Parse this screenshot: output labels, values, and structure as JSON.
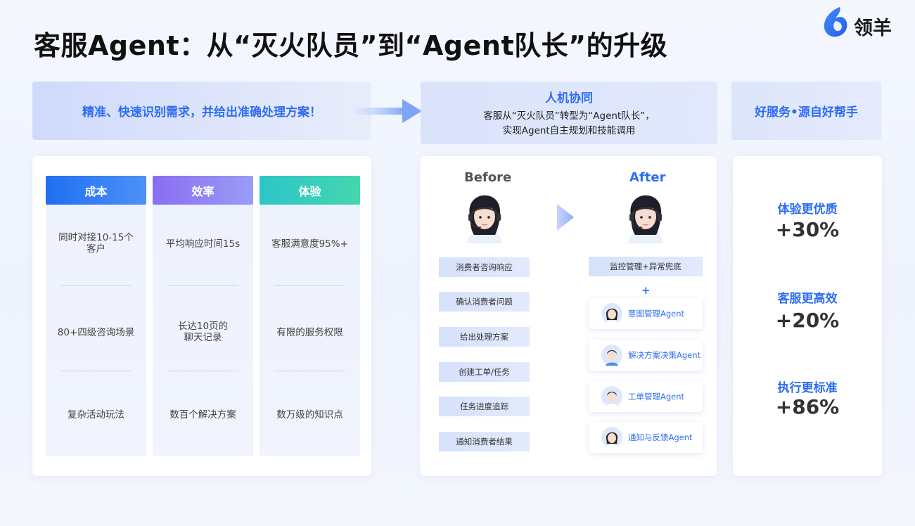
{
  "title": "客服Agent：从“灭火队员”到“Agent队长”的升级",
  "brand": {
    "name": "领羊",
    "accent": "#2f6df2"
  },
  "banners": {
    "left": "精准、快速识别需求，并给出准确处理方案！",
    "mid_title": "人机协同",
    "mid_line1": "客服从“灭火队员”转型为“Agent队长”，",
    "mid_line2": "实现Agent自主规划和技能调用",
    "right": "好服务•源自好帮手"
  },
  "columns": [
    {
      "title": "成本",
      "color": "#2f7bf4",
      "items": [
        "同时对接10-15个\n客户",
        "80+四级咨询场景",
        "复杂活动玩法"
      ]
    },
    {
      "title": "效率",
      "color": "#8b7cf3",
      "items": [
        "平均响应时间15s",
        "长达10页的\n聊天记录",
        "数百个解决方案"
      ]
    },
    {
      "title": "体验",
      "color": "#36cfc0",
      "items": [
        "客服满意度95%+",
        "有限的服务权限",
        "数万级的知识点"
      ]
    }
  ],
  "comparison": {
    "before_label": "Before",
    "after_label": "After",
    "before_steps": [
      "消费者咨询响应",
      "确认消费者问题",
      "给出处理方案",
      "创建工单/任务",
      "任务进度追踪",
      "通知消费者结果"
    ],
    "after_monitor": "监控管理+异常兜底",
    "plus": "+",
    "agents": [
      "意图管理Agent",
      "解决方案决策Agent",
      "工单管理Agent",
      "通知与反馈Agent"
    ]
  },
  "stats": [
    {
      "label": "体验更优质",
      "value": "+30%"
    },
    {
      "label": "客服更高效",
      "value": "+20%"
    },
    {
      "label": "执行更标准",
      "value": "+86%"
    }
  ]
}
